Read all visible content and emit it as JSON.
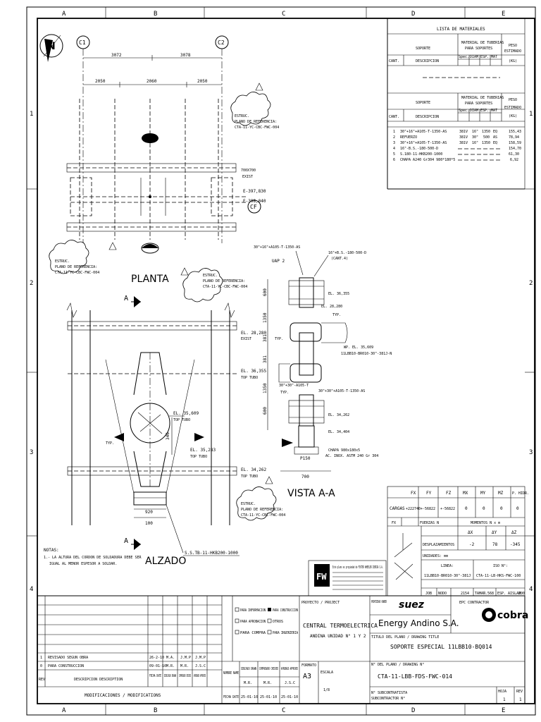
{
  "frame": {
    "cols_top": [
      "A",
      "B",
      "C",
      "D",
      "E"
    ],
    "cols_bottom": [
      "A",
      "B",
      "C",
      "D",
      "E"
    ],
    "rows_left": [
      "1",
      "2",
      "3",
      "4"
    ],
    "rows_right": [
      "1",
      "2",
      "3",
      "4"
    ]
  },
  "materials": {
    "title": "LISTA DE MATERIALES",
    "h_soporte": "SOPORTE",
    "h_material_1": "MATERIAL DE TUBERIAS",
    "h_material_2": "PARA SOPORTES",
    "h_peso_1": "PESO",
    "h_peso_2": "ESTIMADO",
    "h_peso_3": "(KG)",
    "h_cant": "CANT.",
    "h_desc": "DESCRIPCION",
    "h_spec": "Spec.",
    "h_diam": "DIAM",
    "h_esp": "ESP.",
    "h_mat": "MAT",
    "items": [
      {
        "n": "1",
        "desc": "30\"+16\"+A105-T-1350-AS",
        "spec": "381V",
        "diam": "16\"",
        "esp": "1350",
        "mat": "EQ",
        "peso": "155,43"
      },
      {
        "n": "2",
        "desc": "REFUERZO",
        "spec": "381V",
        "diam": "30\"",
        "esp": "500",
        "mat": "AS",
        "peso": "78,94"
      },
      {
        "n": "3",
        "desc": "30\"+16\"+A105-T-1350-AS",
        "spec": "381V",
        "diam": "16\"",
        "esp": "1350",
        "mat": "EQ",
        "peso": "158,59"
      },
      {
        "n": "4",
        "desc": "16\"-B.S.-180-500-D",
        "spec": "",
        "diam": "",
        "esp": "",
        "mat": "",
        "peso": "154,70"
      },
      {
        "n": "5",
        "desc": "S.180-11-HKB200-1000",
        "spec": "",
        "diam": "",
        "esp": "",
        "mat": "",
        "peso": "61,30"
      },
      {
        "n": "6",
        "desc": "CHAPA A240 Gr304 980*180*5",
        "spec": "",
        "diam": "",
        "esp": "",
        "mat": "",
        "peso": "6,92"
      }
    ]
  },
  "drawing": {
    "north": "N",
    "axis_c1": "C1",
    "axis_c2": "C2",
    "axis_cf": "CF",
    "dim_3072a": "3072",
    "dim_3078": "3078",
    "dim_2050a": "2050",
    "dim_2060": "2060",
    "dim_2050b": "2050",
    "estruc_1": "ESTRUC.",
    "estruc_1b": "PLANO DE REFERENCIA:",
    "estruc_1c": "CTA-11-YC-CBC-FWC-004",
    "dim_700": "700X700",
    "exist": "EXIST",
    "e_397": "E-397,830",
    "e_398": "E-398,040",
    "estruc_2": "ESTRUC.",
    "estruc_2b": "PLANO DE REFERENCIA:",
    "estruc_2c": "CTA-11-YC-CBC-FWC-004",
    "planta": "PLANTA",
    "estruc_3": "ESTRUC.",
    "estruc_3b": "PLANO DE REFERENCIA:",
    "estruc_3c": "CTA-11-YC-CBC-FWC-004",
    "section_a": "A",
    "sec_a_bottom": "A",
    "el_28280": "EL. 28,280",
    "el_36355": "EL. 36,355",
    "el_35609": "EL. 35,609",
    "el_35283": "EL. 35,283",
    "el_34262": "EL. 34,262",
    "top_of_tubo": "TOP TUBO",
    "dim_346": "346",
    "dim_920": "920",
    "dim_100": "100",
    "beam_label": "S.S.TB-11-HKB200-1000",
    "alzado": "ALZADO",
    "estruc_4": "ESTRUC.",
    "estruc_4b": "PLANO DE REFERENCIA:",
    "estruc_4c": "CTA-11-YC-CBC-FWC-004",
    "notas_title": "NOTAS:",
    "nota_1a": "1.- LA ALTURA DEL CORDON DE SOLDADURA DEBE SER",
    "nota_1b": "IGUAL AL MENOR ESPESOR A SOLDAR.",
    "va_label1": "30\"+16\"+A105-T-1350-AS",
    "va_label2": "16\"+B.S.-180-500-D",
    "va_label2b": "(CANT.4)",
    "uap": "UAP 2",
    "va_el1": "EL. 36,355",
    "va_el2": "EL. 28,280",
    "va_line1": "WP. EL. 35,609",
    "va_line2": "11LBB10-BR010-30\"-381J-N",
    "va_label3": "30\"+30\"-A105-T",
    "va_label4": "30\"+30\"+A105-T-1350-AS",
    "va_el3": "EL. 34,262",
    "va_el4": "EL. 34,404",
    "chapa_1": "CHAPA 980x180x5",
    "chapa_2": "AC. INOX. ASTM 240 Gr 304",
    "dim_150": "P150",
    "dim_700b": "700",
    "vista": "VISTA A-A",
    "typ": "TYP.",
    "dim_600a": "600",
    "dim_1350a": "1350",
    "dim_381a": "381",
    "dim_381b": "381",
    "dim_1350b": "1350",
    "dim_600b": "600"
  },
  "loads": {
    "headers": [
      "FX",
      "FY",
      "FZ",
      "MX",
      "MY",
      "MZ",
      "P. HIDR."
    ],
    "row_label": "CARGAS",
    "values": [
      "+222740",
      "+-56822",
      "+-56822",
      "0",
      "0",
      "0",
      "0"
    ],
    "row2_a": "FX",
    "row2_b": "FUERZAS N",
    "row2_c": "MOMENTOS N x m",
    "disp_headers": [
      "ΔX",
      "ΔY",
      "ΔZ"
    ],
    "disp_label": "DESPLAZAMIENTOS",
    "disp_values": [
      "-2",
      "78",
      "-345"
    ],
    "units_label": "UNIDADES: mm",
    "linea_label": "LINEA:",
    "linea_value": "11LBB10-BR010-30\"-381J",
    "iso_label": "ISO N°:",
    "iso_value": "CTA-11-LB-HKS-FWC-100",
    "job_label": "JOB",
    "nodo_label": "NODO",
    "nodo_value": "2154",
    "tamano_label": "TAMAÑ.",
    "tamano_value": "568",
    "esp_label": "ESP. AISLAM.",
    "esp_value": "200"
  },
  "title_block": {
    "proyecto_label": "PROYECTO / PROJECT",
    "proyecto_1": "CENTRAL TERMOELECTRICA",
    "proyecto_2": "ANDINA UNIDAD N° 1 Y 2",
    "owner_label": "PROPIEDAD OWNER",
    "owner_brand": "suez",
    "owner_name": "Energy Andino S.A.",
    "epc_label": "EPC CONTRACTOR",
    "epc_brand": "cobra",
    "titulo_label": "TITULO DEL PLANO / DRAWING TITLE",
    "titulo": "SOPORTE ESPECIAL  11LBB10-BQ014",
    "plano_label": "N° DEL PLANO / DRAWING N°",
    "plano": "CTA-11-LBB-FDS-FWC-014",
    "subcon_label": "N° SUBCONTRATISTA",
    "subcon_label2": "SUBCONTRACTOR N°",
    "hoja_label": "HOJA",
    "hoja": "1",
    "rev_label": "REV",
    "rev": "1",
    "formato_label": "FORMATO",
    "formato": "A3",
    "escala_label": "ESCALA",
    "escala": "1/8",
    "fw_note": "Este plano es propiedad de FOSTER WHEELER IBERIA S.A.",
    "check_1": "PARA INFORMACION",
    "check_2": "PARA CONSTRUCCION",
    "check_3": "PARA APROBACION",
    "check_4": "OTROS",
    "check_5": "PARA COMPRA",
    "check_6": "PARA INGENIERIA",
    "revs": [
      {
        "rev": "1",
        "desc": "REVISADO SEGUN OBRA",
        "fecha": "26-2-10",
        "dib": "M.A.",
        "comp": "J.M.P",
        "apr": "J.M.P"
      },
      {
        "rev": "0",
        "desc": "PARA CONSTRUCCION",
        "fecha": "09-01-10",
        "dib": "M.R.",
        "comp": "M.R.",
        "apr": "J.S.C"
      }
    ],
    "rev_h": "REV",
    "desc_h": "DESCRIPCION DESCRIPTION",
    "fecha_h": "FECHA DATE",
    "dib_h": "DIBUJADO DRAWN",
    "comp_h": "COMPROBADO CHECKED",
    "apr_h": "APROBADO APPROVED",
    "mod_label": "MODIFICACIONES / MODIFICATIONS",
    "nombre_label": "NOMBRE NAME",
    "fecha_label": "FECHA DATE",
    "dib_name": "M.R.",
    "comp_name": "M.R.",
    "apr_name": "J.S.C",
    "dib_date": "25-01-10",
    "comp_date": "25-01-10",
    "apr_date": "25-01-10"
  }
}
